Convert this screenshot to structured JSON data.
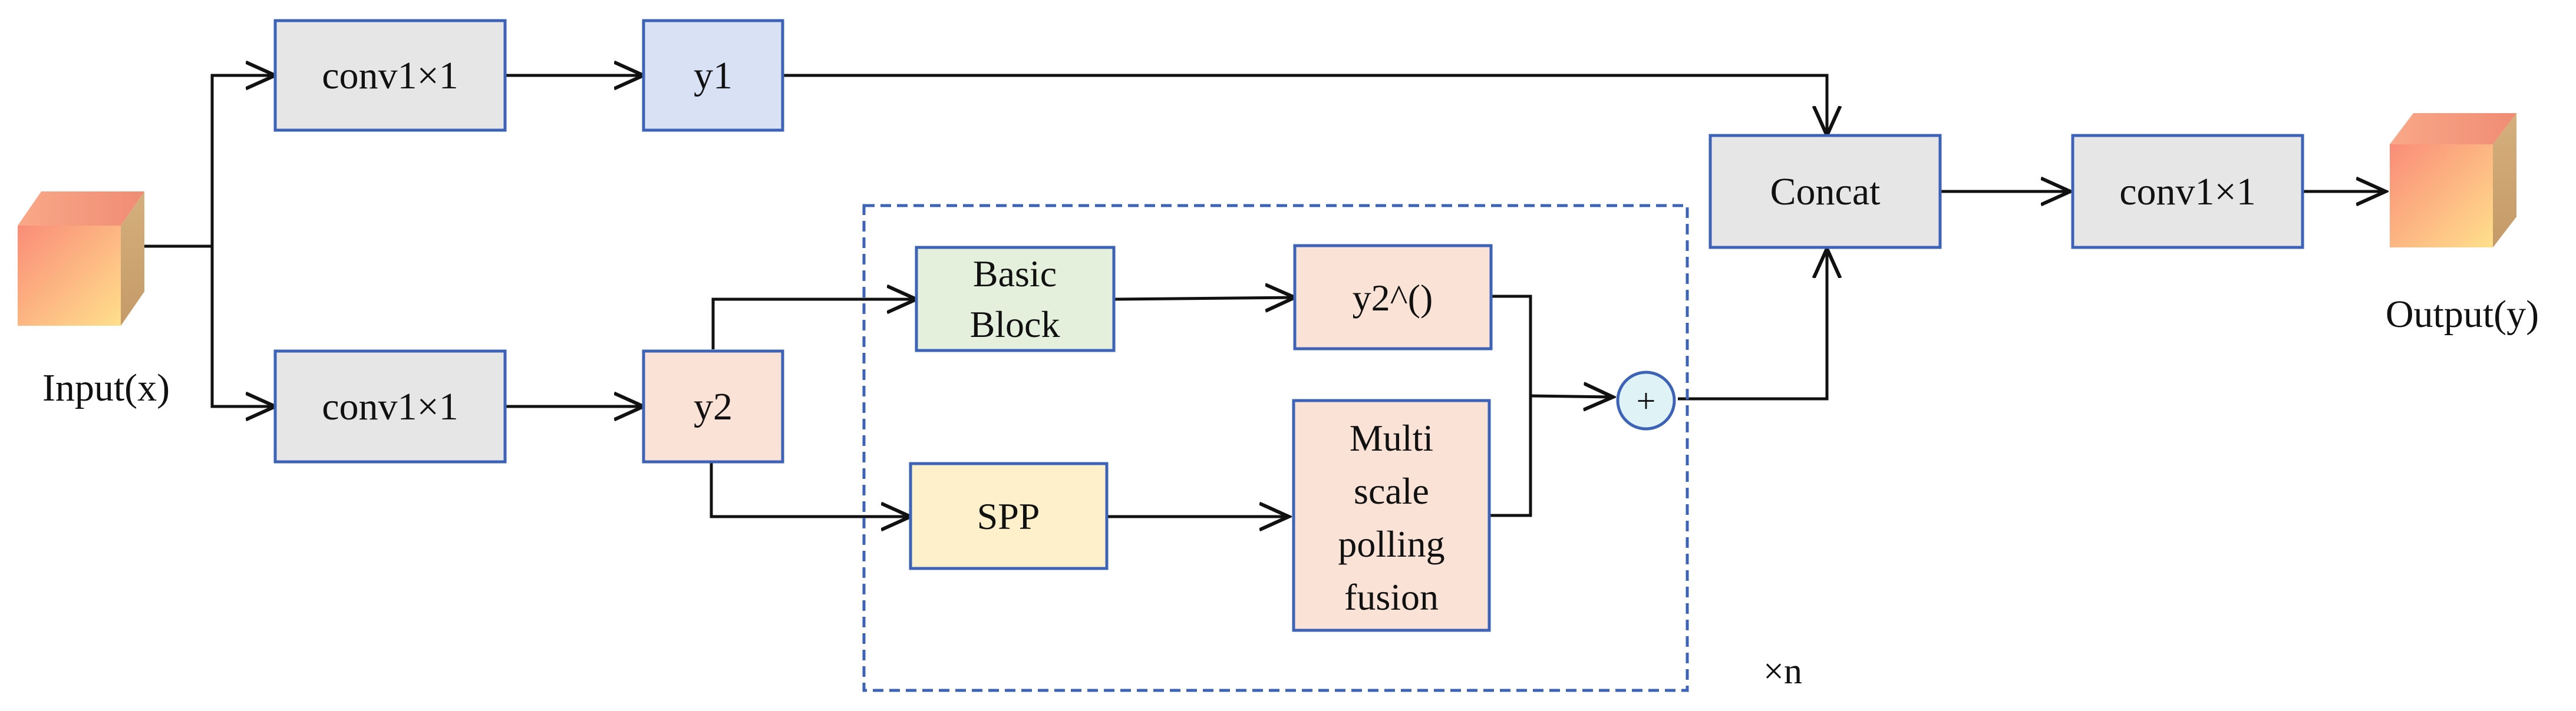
{
  "diagram": {
    "input_label": "Input(x)",
    "output_label": "Output(y)",
    "repeat_label": "×n",
    "sum_symbol": "+",
    "nodes": {
      "conv_top": {
        "text": "conv1×1",
        "fill": "#e6e6e6"
      },
      "y1": {
        "text": "y1",
        "fill": "#d9e1f5"
      },
      "conv_bottom": {
        "text": "conv1×1",
        "fill": "#e6e6e6"
      },
      "y2": {
        "text": "y2",
        "fill": "#fae3d6"
      },
      "basic_block": {
        "line1": "Basic",
        "line2": "Block",
        "fill": "#e4f0dc"
      },
      "y2_hat": {
        "text": "y2^()",
        "fill": "#fae3d6"
      },
      "spp": {
        "text": "SPP",
        "fill": "#fff0cc"
      },
      "multiscale": {
        "line1": "Multi",
        "line2": "scale",
        "line3": "polling",
        "line4": "fusion",
        "fill": "#fae3d6"
      },
      "concat": {
        "text": "Concat",
        "fill": "#e6e6e6"
      },
      "conv_out": {
        "text": "conv1×1",
        "fill": "#e6e6e6"
      }
    },
    "colors": {
      "border": "#3d63b8",
      "arrow": "#111111",
      "sum_fill": "#dff3f7",
      "cube_gradient_start": "#fa8c78",
      "cube_gradient_end": "#ffe08c"
    }
  }
}
